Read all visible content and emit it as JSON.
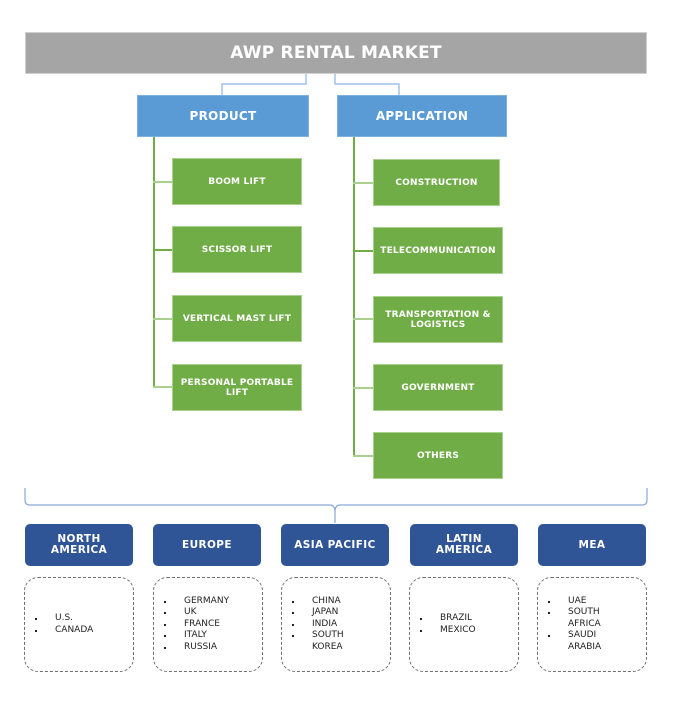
{
  "title": "AWP RENTAL MARKET",
  "categories": [
    {
      "label": "PRODUCT",
      "items": [
        "BOOM LIFT",
        "SCISSOR LIFT",
        "VERTICAL MAST LIFT",
        "PERSONAL PORTABLE LIFT"
      ]
    },
    {
      "label": "APPLICATION",
      "items": [
        "CONSTRUCTION",
        "TELECOMMUNICATION",
        "TRANSPORTATION & LOGISTICS",
        "GOVERNMENT",
        "OTHERS"
      ]
    }
  ],
  "regions": [
    {
      "label": "NORTH AMERICA",
      "countries": [
        "U.S.",
        "CANADA"
      ]
    },
    {
      "label": "EUROPE",
      "countries": [
        "GERMANY",
        "UK",
        "FRANCE",
        "ITALY",
        "RUSSIA"
      ]
    },
    {
      "label": "ASIA PACIFIC",
      "countries": [
        "CHINA",
        "JAPAN",
        "INDIA",
        "SOUTH KOREA"
      ]
    },
    {
      "label": "LATIN AMERICA",
      "countries": [
        "BRAZIL",
        "MEXICO"
      ]
    },
    {
      "label": "MEA",
      "countries": [
        "UAE",
        "SOUTH AFRICA",
        "SAUDI ARABIA"
      ]
    }
  ],
  "colors": {
    "title_bg": "#a5a5a5",
    "category_bg": "#5b9bd5",
    "leaf_bg": "#70ad47",
    "region_bg": "#2f5597"
  }
}
